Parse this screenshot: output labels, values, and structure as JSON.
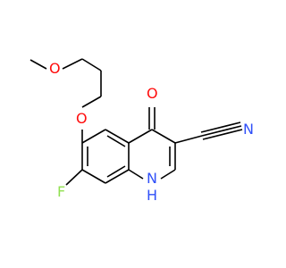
{
  "molecule": {
    "atoms": {
      "O_carbonyl": {
        "symbol": "O",
        "color": "#ff0d0d"
      },
      "N_nitrile": {
        "symbol": "N",
        "color": "#3050f8"
      },
      "O_ether1": {
        "symbol": "O",
        "color": "#ff0d0d"
      },
      "O_ether2": {
        "symbol": "O",
        "color": "#ff0d0d"
      },
      "F": {
        "symbol": "F",
        "color": "#90e050"
      },
      "NH": {
        "symbol": "H",
        "color": "#3050f8"
      },
      "NH_N": {
        "symbol": "N",
        "color": "#3050f8"
      }
    },
    "bond_color": "#000000"
  }
}
